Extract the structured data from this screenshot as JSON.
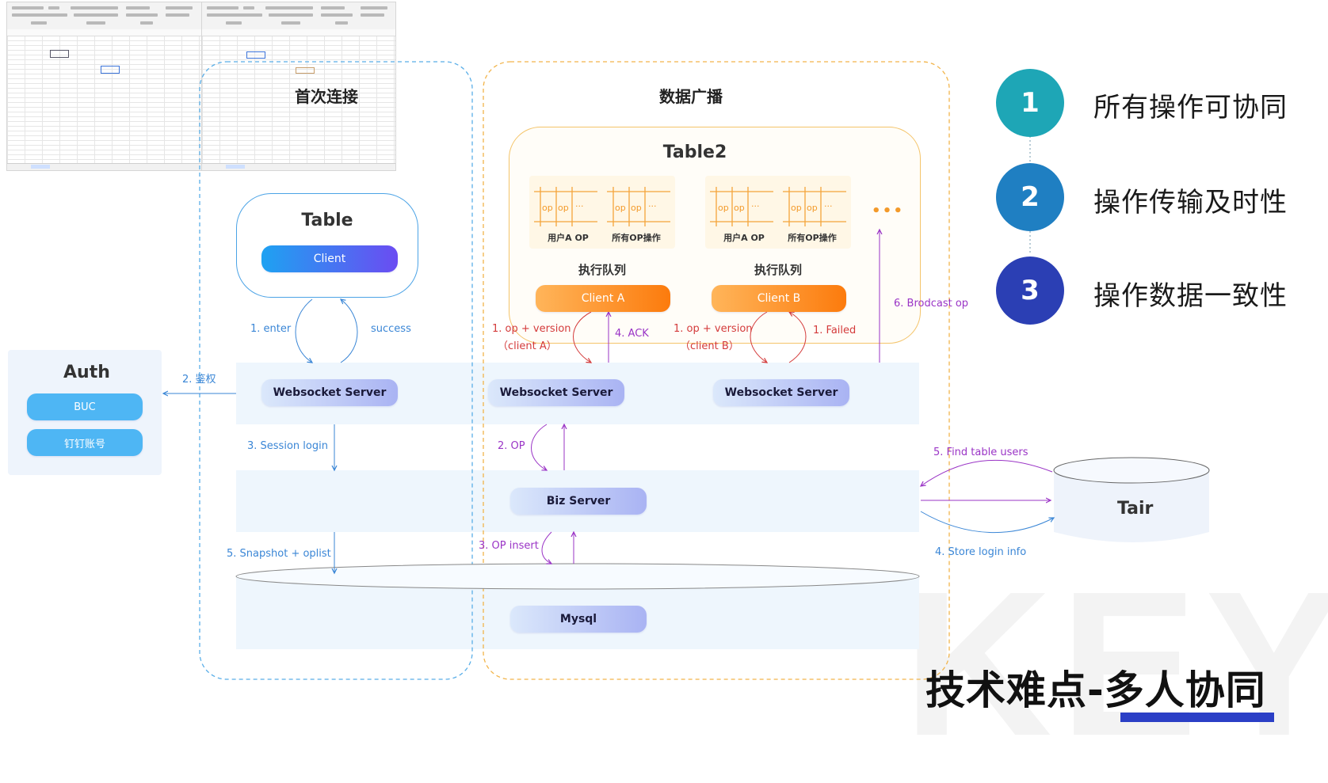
{
  "title": "技术难点-多人协同",
  "watermark": "KEY",
  "sections": {
    "first_connect": "首次连接",
    "broadcast": "数据广播"
  },
  "table_card": {
    "title": "Table",
    "client_label": "Client"
  },
  "table2_card": {
    "title": "Table2",
    "queue_a": {
      "left_label": "用户A OP",
      "right_label": "所有OP操作",
      "exec_label": "执行队列",
      "client_label": "Client A"
    },
    "queue_b": {
      "left_label": "用户A OP",
      "right_label": "所有OP操作",
      "exec_label": "执行队列",
      "client_label": "Client B"
    },
    "op_token": "op",
    "ellipsis": "···",
    "more": "• • •"
  },
  "auth": {
    "title": "Auth",
    "items": [
      "BUC",
      "钉钉账号"
    ]
  },
  "servers": {
    "ws_1": "Websocket Server",
    "ws_2": "Websocket Server",
    "ws_3": "Websocket Server",
    "biz": "Biz Server",
    "mysql": "Mysql",
    "tair": "Tair"
  },
  "annotations": {
    "enter": "1. enter",
    "success": "success",
    "auth": "2. 鉴权",
    "session_login": "3. Session login",
    "snapshot": "5. Snapshot + oplist",
    "op_version_a": "1. op + version",
    "client_a_sub": "（client A）",
    "ack": "4. ACK",
    "op_version_b": "1. op + version",
    "client_b_sub": "（client B）",
    "failed": "1. Failed",
    "broadcast_op": "6. Brodcast op",
    "op": "2. OP",
    "op_insert": "3. OP insert",
    "find_users": "5. Find table users",
    "store_login": "4. Store login info"
  },
  "points": [
    {
      "num": "1",
      "text": "所有操作可协同",
      "color": "#1ea6b6"
    },
    {
      "num": "2",
      "text": "操作传输及时性",
      "color": "#1f7fc2"
    },
    {
      "num": "3",
      "text": "操作数据一致性",
      "color": "#2b3fb4"
    }
  ]
}
